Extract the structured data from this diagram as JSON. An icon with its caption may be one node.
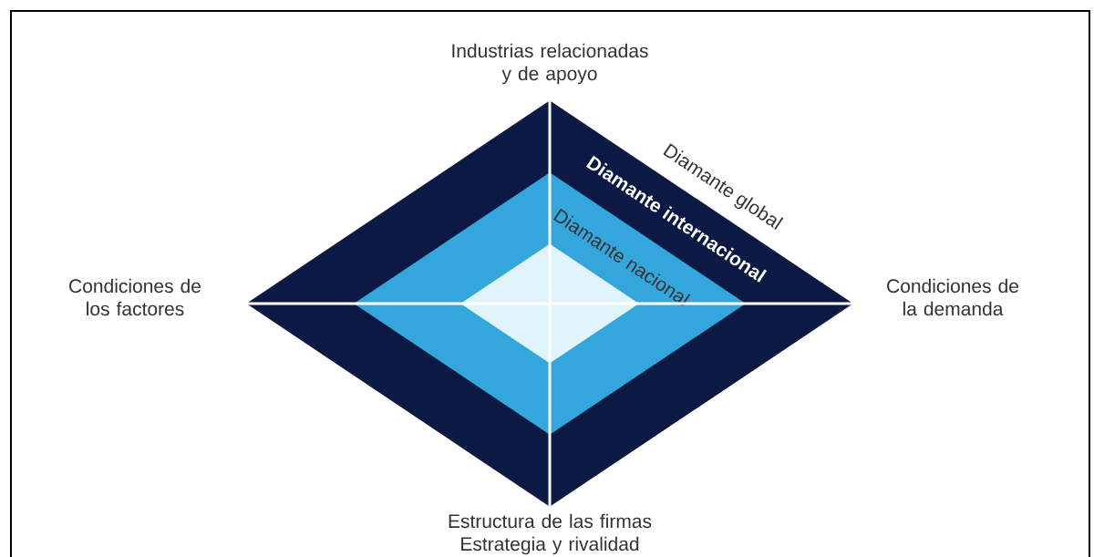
{
  "diagram": {
    "nodes": [
      {
        "text": [
          "Diamante global"
        ]
      },
      {
        "text": [
          "Diamante internacional"
        ],
        "in": 0
      },
      {
        "text": [
          "Diamante nacional"
        ],
        "in": 1
      }
    ],
    "labels": [
      "Industrias relacionadas y de apoyo",
      "Condiciones de los factores",
      "Condiciones de la demanda",
      "Estructura de las firmas Estrategia y rivalidad"
    ]
  }
}
